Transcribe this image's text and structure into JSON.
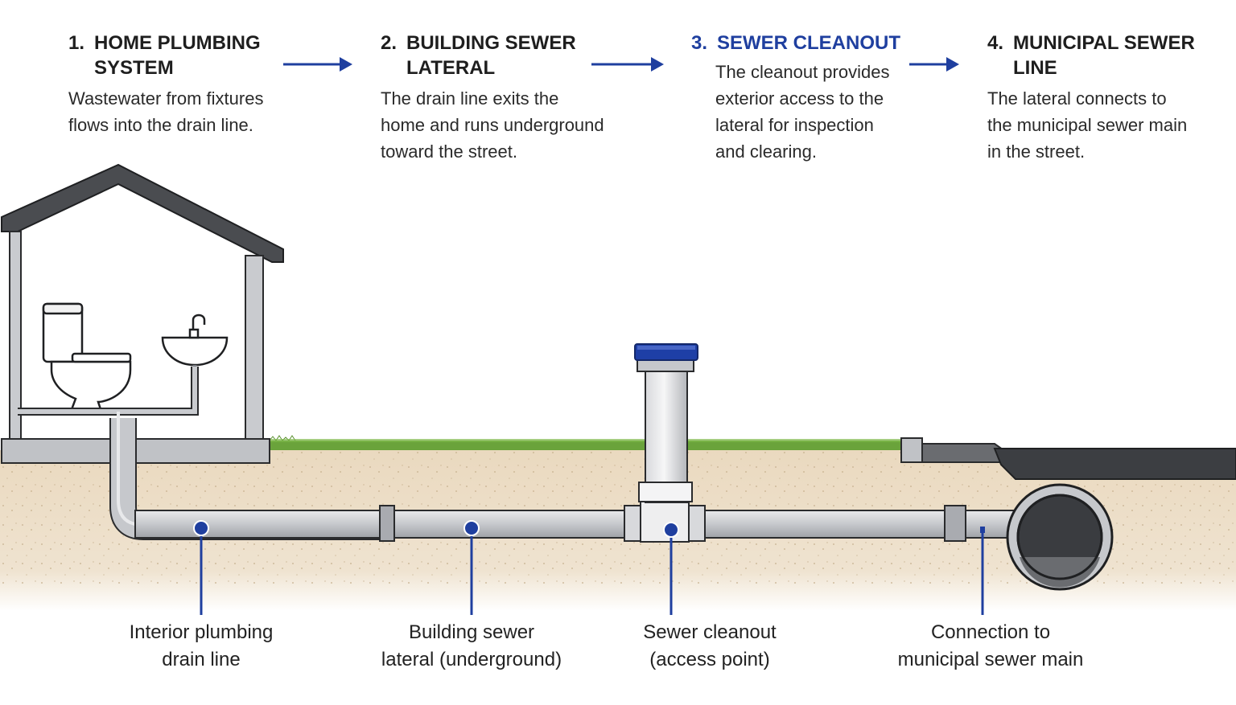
{
  "steps": [
    {
      "num": "1.",
      "line1": "HOME PLUMBING",
      "line2": "SYSTEM",
      "desc": [
        "Wastewater from fixtures",
        "flows into the drain line."
      ]
    },
    {
      "num": "2.",
      "line1": "BUILDING SEWER",
      "line2": "LATERAL",
      "desc": [
        "The drain line exits the",
        "home and runs underground",
        "toward the street."
      ]
    },
    {
      "num": "3.",
      "line1": "SEWER CLEANOUT",
      "line2": "",
      "desc": [
        "The cleanout provides",
        "exterior access to the",
        "lateral for inspection",
        "and clearing."
      ]
    },
    {
      "num": "4.",
      "line1": "MUNICIPAL SEWER",
      "line2": "LINE",
      "desc": [
        "The lateral connects to",
        "the municipal sewer main",
        "in the street."
      ]
    }
  ],
  "callouts": [
    {
      "line1": "Interior plumbing",
      "line2": "drain line"
    },
    {
      "line1": "Building sewer",
      "line2": "lateral (underground)"
    },
    {
      "line1": "Sewer cleanout",
      "line2": "(access point)"
    },
    {
      "line1": "Connection to",
      "line2": "municipal sewer main"
    }
  ],
  "colors": {
    "accent": "#1f3f9f",
    "cap": "#1e3fa6",
    "pipe": "#c4c6ca",
    "soil": "#ecdcc3",
    "grass": "#6aa33b",
    "roof": "#4a4c50",
    "street": "#3c3e42"
  },
  "icons": [
    "arrow-right-icon",
    "house-icon",
    "toilet-icon",
    "sink-icon",
    "cleanout-cap-icon",
    "sewer-main-icon"
  ]
}
